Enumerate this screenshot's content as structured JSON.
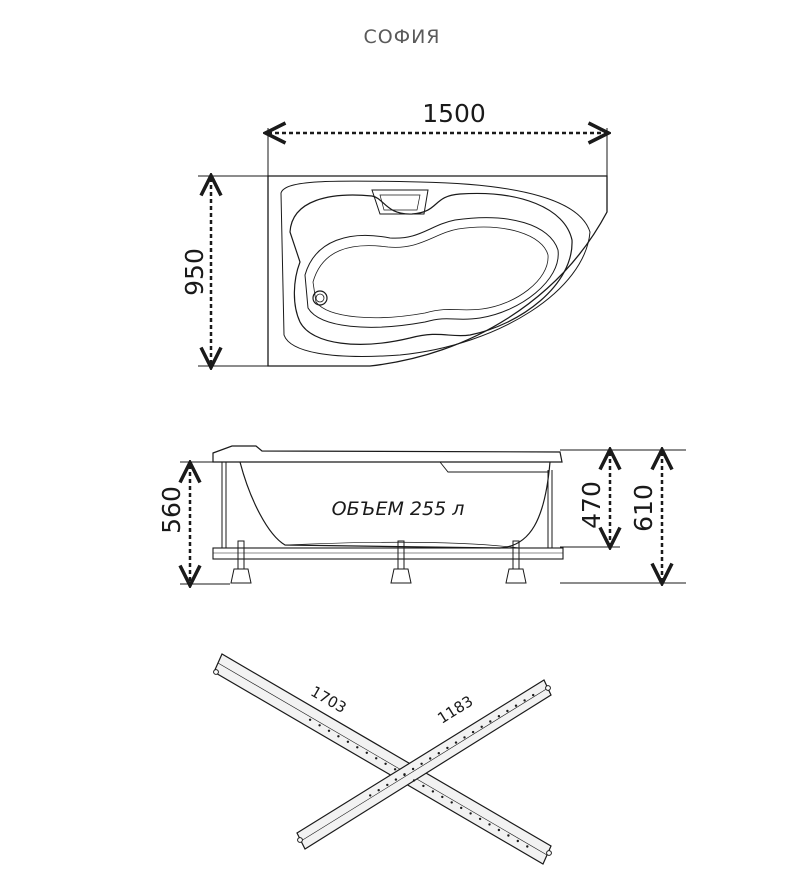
{
  "title": "СОФИЯ",
  "top_view": {
    "width": "1500",
    "depth": "950"
  },
  "side_view": {
    "total_height": "560",
    "rim_height": "470",
    "height_with_legs": "610",
    "volume_label": "ОБЪЕМ 255 л"
  },
  "frame": {
    "long_bar": "1703",
    "short_bar": "1183"
  },
  "colors": {
    "line": "#1a1a1a",
    "panel": "#f2f2f2"
  }
}
